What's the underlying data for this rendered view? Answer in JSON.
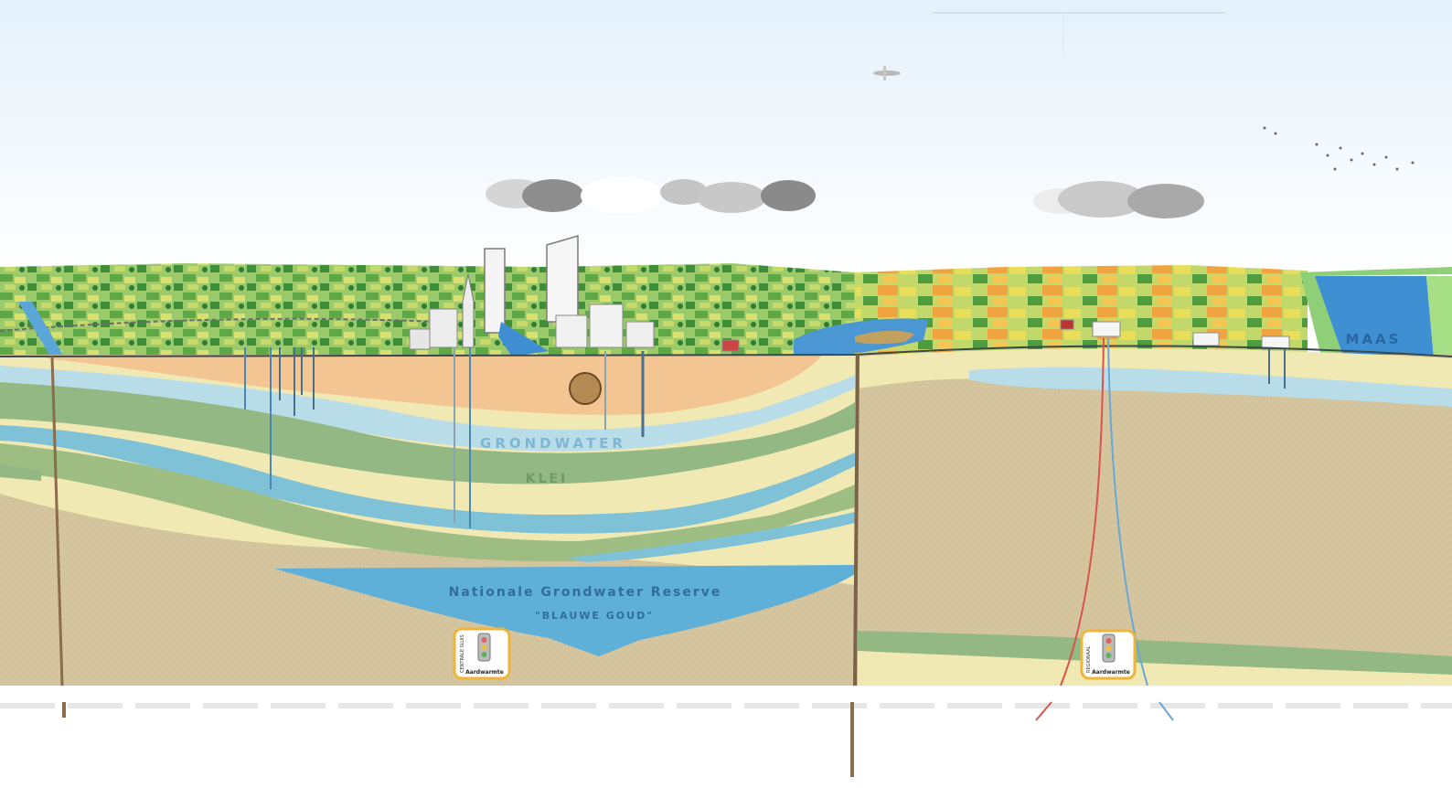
{
  "labels": {
    "grondwater": "GRONDWATER",
    "klei": "KLEI",
    "reserve_title": "Nationale Grondwater Reserve",
    "reserve_subtitle": "\"BLAUWE GOUD\"",
    "river": "MAAS"
  },
  "badges": {
    "left": {
      "side_text": "CENTRALE SLUIS",
      "caption": "Aardwarmte"
    },
    "right": {
      "side_text": "REGIONAAL",
      "caption": "Aardwarmte"
    }
  },
  "colors": {
    "sky_top": "#e4f1fb",
    "sky_bottom": "#ffffff",
    "sand_orange": "#f3c592",
    "sand_yellow": "#f1e9b3",
    "groundwater": "#b9dde8",
    "clay_green": "#93b884",
    "aquifer_blue": "#7fc1d6",
    "deep_soil": "#d4c59e",
    "reserve": "#5fb0d8",
    "river": "#3f90d3",
    "well_brown": "#8a6d4a",
    "well_blue": "#4a86b6",
    "geo_red": "#d9534f"
  },
  "icons": [
    "cloud-icon",
    "bird-flock-icon",
    "building-icon",
    "traffic-light-icon"
  ]
}
